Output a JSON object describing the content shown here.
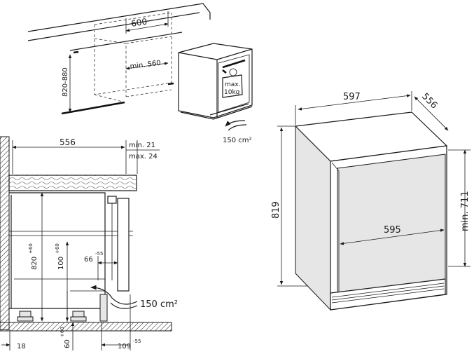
{
  "top_view": {
    "dim_width_cabinet": "600",
    "dim_min_width": "min. 560",
    "dim_height_range": "820-880",
    "weight_label_1": "max.",
    "weight_label_2": "10kg",
    "airflow": "150 cm²"
  },
  "side_view": {
    "dim_depth": "556",
    "dim_gap_min": "min.  21",
    "dim_gap_max": "max.  24",
    "dim_height": "820",
    "dim_height_tol": "+60",
    "dim_plinth": "100",
    "dim_plinth_tol": "+60",
    "dim_vent": "66",
    "dim_vent_tol": "-55",
    "airflow": "150 cm²",
    "dim_left": "18",
    "dim_foot": "60",
    "dim_foot_tol": "+60",
    "dim_right": "109",
    "dim_right_tol": "-55"
  },
  "appliance_view": {
    "dim_width": "597",
    "dim_depth": "556",
    "dim_height": "819",
    "dim_door_width": "595",
    "dim_door_height": "min. 711"
  }
}
